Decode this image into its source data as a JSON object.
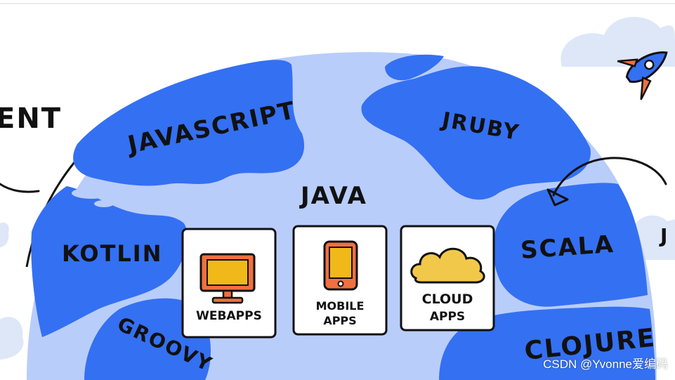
{
  "labels": {
    "partial_left": "ENT",
    "javascript": "JAVASCRIPT",
    "jruby": "JRUBY",
    "java": "JAVA",
    "kotlin": "KOTLIN",
    "scala": "SCALA",
    "groovy": "GROOVY",
    "clojure": "CLOJURE",
    "partial_right": "J"
  },
  "cards": [
    {
      "line1": "WEBAPPS",
      "line2": ""
    },
    {
      "line1": "MOBILE",
      "line2": "APPS"
    },
    {
      "line1": "CLOUD",
      "line2": "APPS"
    }
  ],
  "watermark": "CSDN @Yvonne爱编码",
  "colors": {
    "ocean": "#b9cdfa",
    "land": "#3470f2",
    "land_dark": "#2458d8",
    "card_fill": "#ffffff",
    "monitor": "#f07040",
    "screen": "#f0b818",
    "cloud": "#f2c84a",
    "rocket_body": "#3470f2",
    "rocket_flame": "#f07040",
    "sky_cloud": "#dde7f8",
    "outline": "#111111"
  }
}
